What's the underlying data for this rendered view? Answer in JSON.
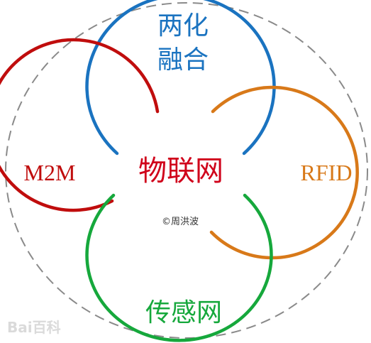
{
  "diagram": {
    "center_label": "物联网",
    "top_label_line1": "两化",
    "top_label_line2": "融合",
    "left_label": "M2M",
    "right_label": "RFID",
    "bottom_label": "传感网",
    "copyright": "©周洪波",
    "watermark": "Bai百科"
  },
  "colors": {
    "top": "#1a73c0",
    "left": "#c00d0d",
    "right": "#d87919",
    "bottom": "#16a83c",
    "center_text": "#d0021b",
    "outer_dashed": "#8a8a8a",
    "watermark": "#bdbdbd"
  }
}
